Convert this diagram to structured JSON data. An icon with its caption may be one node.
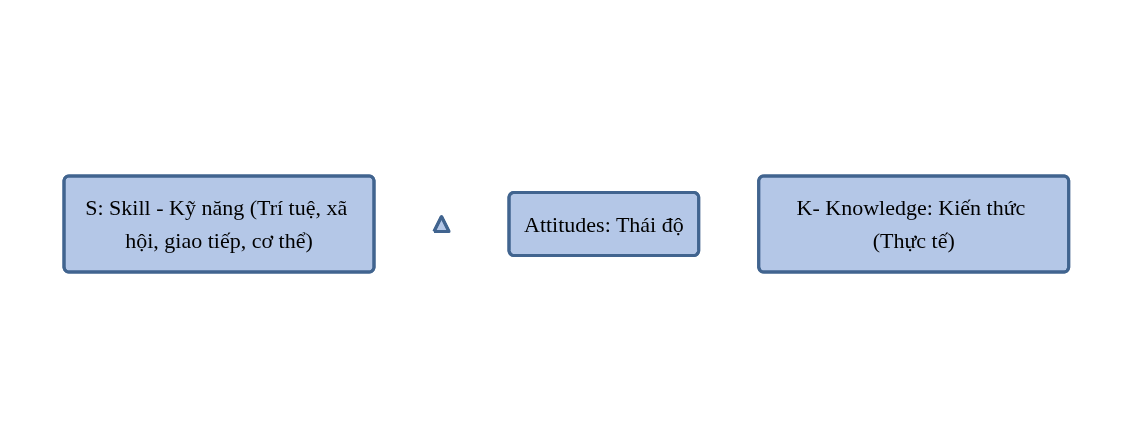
{
  "diagram": {
    "nodes": [
      {
        "text": [
          "S: Skill - Kỹ năng (Trí tuệ, xã hội, giao tiếp, cơ thể)"
        ]
      },
      {
        "text": [],
        "shape": "triangle"
      },
      {
        "text": [
          "Attitudes: Thái độ"
        ]
      },
      {
        "text": [
          "K- Knowledge: Kiến thức (Thực tế)"
        ]
      }
    ],
    "edges": []
  }
}
